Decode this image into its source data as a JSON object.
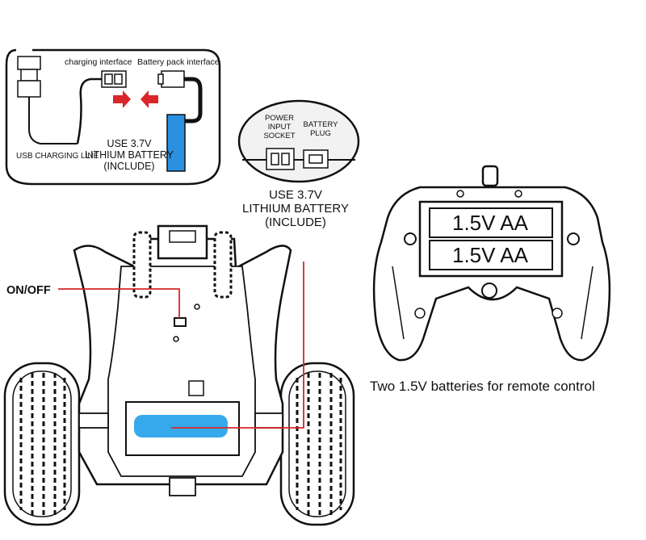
{
  "colors": {
    "accent_red": "#d8262b",
    "battery_blue": "#2b90e0",
    "lightblue": "#36a9ec",
    "line": "#111111"
  },
  "usb_panel": {
    "charging_interface": "charging interface",
    "battery_pack_interface": "Battery pack interface",
    "usb_charging_line": "USB CHARGING LINE",
    "battery_line1": "USE 3.7V",
    "battery_line2": "LITHIUM BATTERY",
    "battery_line3": "(INCLUDE)"
  },
  "socket_panel": {
    "power_input_line1": "POWER",
    "power_input_line2": "INPUT",
    "power_input_line3": "SOCKET",
    "battery_plug_line1": "BATTERY",
    "battery_plug_line2": "PLUG"
  },
  "lithium_label": {
    "line1": "USE 3.7V",
    "line2": "LITHIUM BATTERY",
    "line3": "(INCLUDE)"
  },
  "car": {
    "switch_label": "ON/OFF"
  },
  "remote": {
    "battery1": "1.5V AA",
    "battery2": "1.5V AA",
    "caption": "Two 1.5V batteries for remote control"
  }
}
